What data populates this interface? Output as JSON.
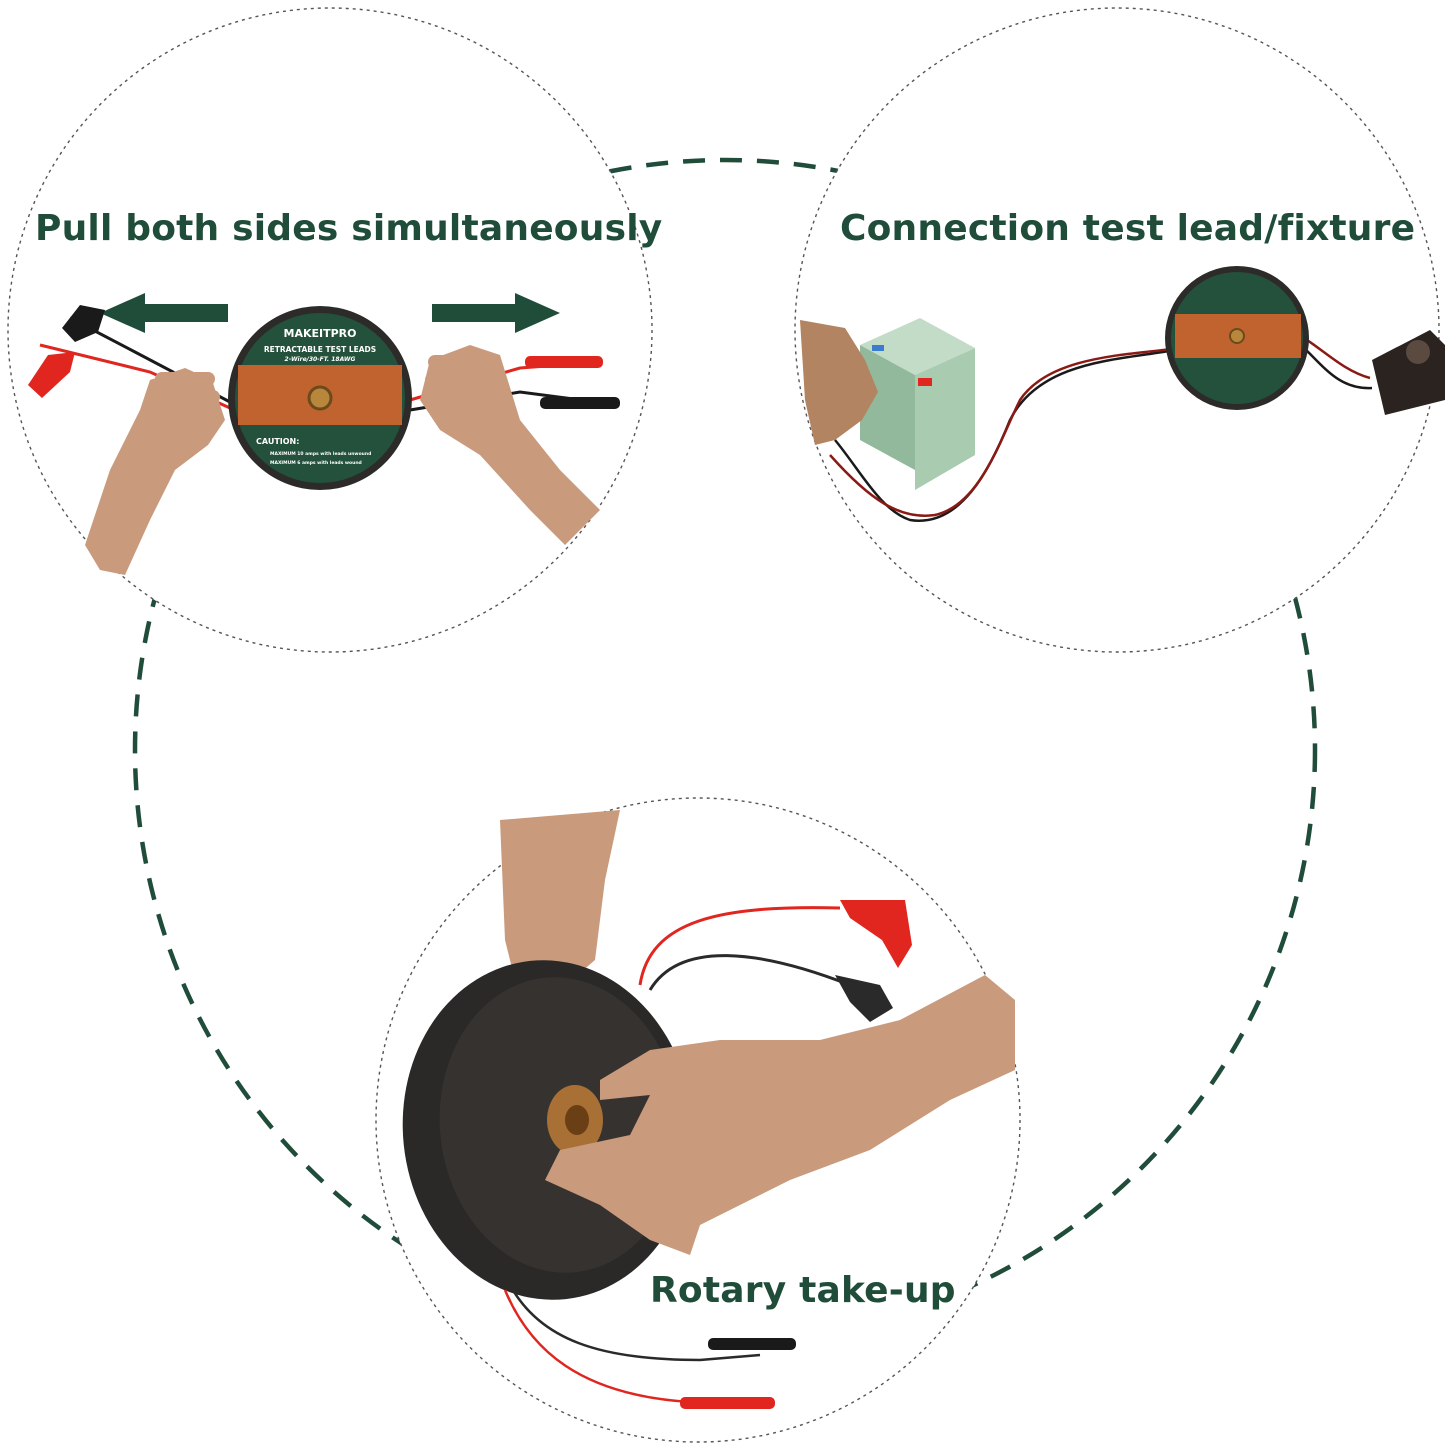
{
  "panels": [
    {
      "id": "pull",
      "caption": "Pull both sides simultaneously"
    },
    {
      "id": "connect",
      "caption": "Connection test lead/fixture"
    },
    {
      "id": "rotary",
      "caption": "Rotary take-up"
    }
  ],
  "product_label": {
    "brand": "MAKEITPRO",
    "title": "RETRACTABLE TEST LEADS",
    "spec": "2-Wire/30-FT. 18AWG",
    "caution_heading": "CAUTION:",
    "caution_lines": [
      "MAXIMUM 10 amps with leads unwound",
      "MAXIMUM 6 amps with leads wound"
    ]
  },
  "colors": {
    "accent": "#1f4d39",
    "reel_label_green": "#24513c",
    "reel_label_orange": "#c0632f",
    "reel_body": "#2d2b29",
    "lead_red": "#e0261f",
    "lead_black": "#1a1a1a",
    "battery": "#a9cbb0",
    "skin": "#c99a7c"
  },
  "icons": [
    "left-arrow-icon",
    "right-arrow-icon"
  ]
}
